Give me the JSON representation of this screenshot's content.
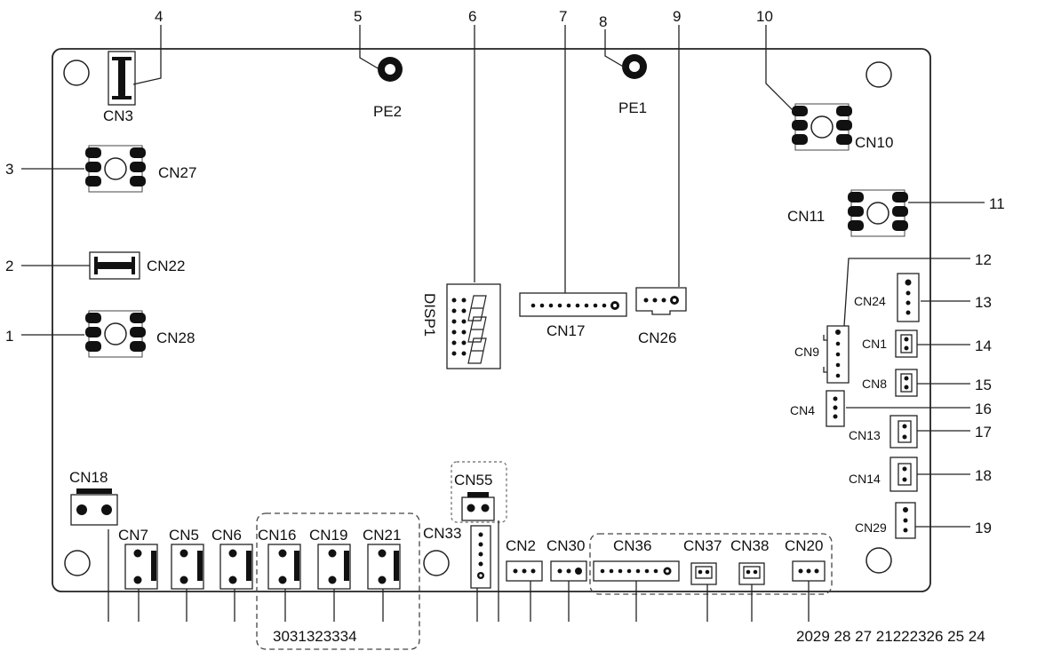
{
  "board": {
    "connectors": {
      "cn3": "CN3",
      "pe2": "PE2",
      "pe1": "PE1",
      "cn10": "CN10",
      "cn27": "CN27",
      "cn11": "CN11",
      "cn22": "CN22",
      "cn28": "CN28",
      "disp1": "DISP1",
      "cn17": "CN17",
      "cn26": "CN26",
      "cn24": "CN24",
      "cn9": "CN9",
      "cn1": "CN1",
      "cn8": "CN8",
      "cn4": "CN4",
      "cn13": "CN13",
      "cn14": "CN14",
      "cn29": "CN29",
      "cn18": "CN18",
      "cn55": "CN55",
      "cn7": "CN7",
      "cn5": "CN5",
      "cn6": "CN6",
      "cn16": "CN16",
      "cn19": "CN19",
      "cn21": "CN21",
      "cn33": "CN33",
      "cn2": "CN2",
      "cn30": "CN30",
      "cn36": "CN36",
      "cn37": "CN37",
      "cn38": "CN38",
      "cn20": "CN20"
    },
    "callouts": {
      "n1": "1",
      "n2": "2",
      "n3": "3",
      "n4": "4",
      "n5": "5",
      "n6": "6",
      "n7": "7",
      "n8": "8",
      "n9": "9",
      "n10": "10",
      "n11": "11",
      "n12": "12",
      "n13": "13",
      "n14": "14",
      "n15": "15",
      "n16": "16",
      "n17": "17",
      "n18": "18",
      "n19": "19",
      "bottom_group_a": "3031323334",
      "bottom_group_b": "2029 28 27 21222326 25 24"
    }
  }
}
